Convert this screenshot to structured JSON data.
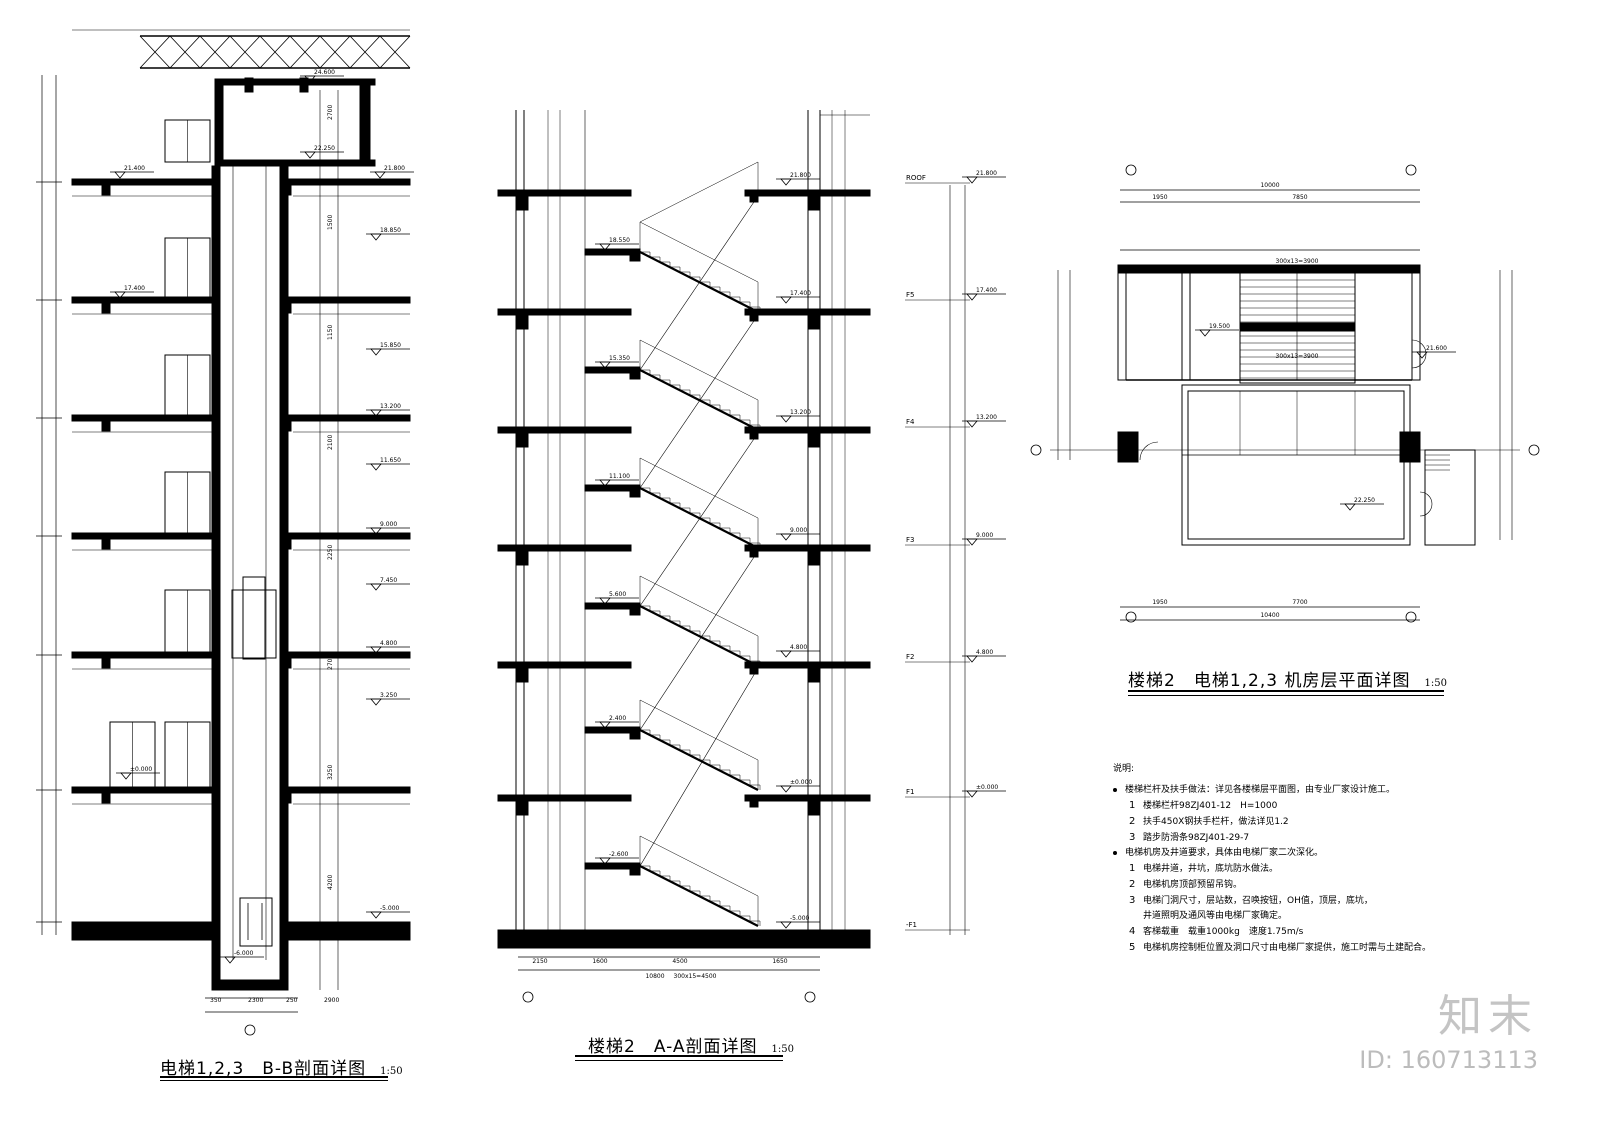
{
  "panels": {
    "section_bb": {
      "title": "电梯1,2,3　B-B剖面详图",
      "scale": "1:50"
    },
    "section_aa": {
      "title": "楼梯2　A-A剖面详图",
      "scale": "1:50"
    },
    "machine_room": {
      "title": "楼梯2　电梯1,2,3 机房层平面详图",
      "scale": "1:50"
    }
  },
  "section_bb_labels": {
    "elevations": [
      "24.600",
      "22.250",
      "21.800",
      "21.400",
      "18.850",
      "17.400",
      "15.850",
      "13.200",
      "11.650",
      "9.000",
      "7.450",
      "4.800",
      "3.250",
      "±0.000",
      "-5.000",
      "-6.000"
    ],
    "dims_right": [
      "2700",
      "1500",
      "1150",
      "2100",
      "2250",
      "2700",
      "3250",
      "4200"
    ],
    "dims_bottom": [
      "350",
      "2300",
      "250",
      "2900"
    ]
  },
  "section_aa_labels": {
    "stair_elevations": [
      "18.550",
      "15.350",
      "11.100",
      "5.600",
      "2.400",
      "-2.600"
    ],
    "floor_elevations": [
      "21.800",
      "17.400",
      "13.200",
      "9.000",
      "4.800",
      "±0.000",
      "-5.000"
    ],
    "dims_bottom": [
      "2150",
      "1600",
      "4500",
      "1650"
    ],
    "dims_total": [
      "10800",
      "300x15=4500"
    ]
  },
  "level_column": {
    "levels": [
      {
        "name": "ROOF",
        "elev": "21.800"
      },
      {
        "name": "F5",
        "elev": "17.400"
      },
      {
        "name": "F4",
        "elev": "13.200"
      },
      {
        "name": "F3",
        "elev": "9.000"
      },
      {
        "name": "F2",
        "elev": "4.800"
      },
      {
        "name": "F1",
        "elev": "±0.000"
      },
      {
        "name": "-F1",
        "elev": ""
      }
    ]
  },
  "machine_room_labels": {
    "axis_top": [
      "10000",
      "1950",
      "7850"
    ],
    "elevs": [
      "19.500",
      "21.600",
      "22.250"
    ],
    "stair_notes": [
      "300x13=3900",
      "300x13=3900"
    ],
    "axis_bottom": [
      "1950",
      "7700",
      "10400"
    ]
  },
  "notes": {
    "heading": "说明:",
    "items": [
      {
        "type": "bullet",
        "text": "楼梯栏杆及扶手做法：详见各楼梯层平面图，由专业厂家设计施工。"
      },
      {
        "type": "num",
        "num": "1",
        "text": "楼梯栏杆98ZJ401-12　H=1000"
      },
      {
        "type": "num",
        "num": "2",
        "text": "扶手450X钢扶手栏杆，做法详见1.2"
      },
      {
        "type": "num",
        "num": "3",
        "text": "踏步防滑条98ZJ401-29-7"
      },
      {
        "type": "bullet",
        "text": "电梯机房及井道要求，具体由电梯厂家二次深化。"
      },
      {
        "type": "num",
        "num": "1",
        "text": "电梯井道，井坑，底坑防水做法。"
      },
      {
        "type": "num",
        "num": "2",
        "text": "电梯机房顶部预留吊钩。"
      },
      {
        "type": "num",
        "num": "3",
        "text": "电梯门洞尺寸，层站数，召唤按钮，OH值，顶层，底坑，"
      },
      {
        "type": "num",
        "num": "",
        "text": "井道照明及通风等由电梯厂家确定。"
      },
      {
        "type": "num",
        "num": "4",
        "text": "客梯载重　载重1000kg　速度1.75m/s"
      },
      {
        "type": "num",
        "num": "5",
        "text": "电梯机房控制柜位置及洞口尺寸由电梯厂家提供，施工时需与土建配合。"
      }
    ]
  },
  "watermark": {
    "logo": "知末",
    "id": "ID: 160713113"
  }
}
